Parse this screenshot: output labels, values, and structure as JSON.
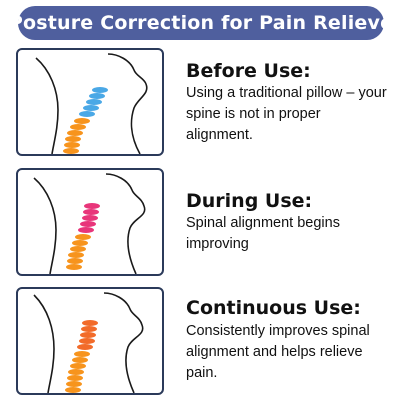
{
  "title": "Posture Correction for Pain Relieve",
  "sections": [
    {
      "heading": "Before Use:",
      "description": "Using a traditional pillow – your spine is not in proper alignment.",
      "upper_spine_color": "#4aa8e6",
      "lower_spine_color": "#f7941d"
    },
    {
      "heading": "During Use:",
      "description": "Spinal alignment begins improving",
      "upper_spine_color": "#e8357a",
      "lower_spine_color": "#f7941d"
    },
    {
      "heading": "Continuous Use:",
      "description": "Consistently improves spinal alignment and helps relieve pain.",
      "upper_spine_color": "#f26b2a",
      "lower_spine_color": "#f7941d"
    }
  ],
  "colors": {
    "banner": "#4f5f9e",
    "panel_border": "#2b3a5a",
    "outline": "#1a1a1a"
  }
}
